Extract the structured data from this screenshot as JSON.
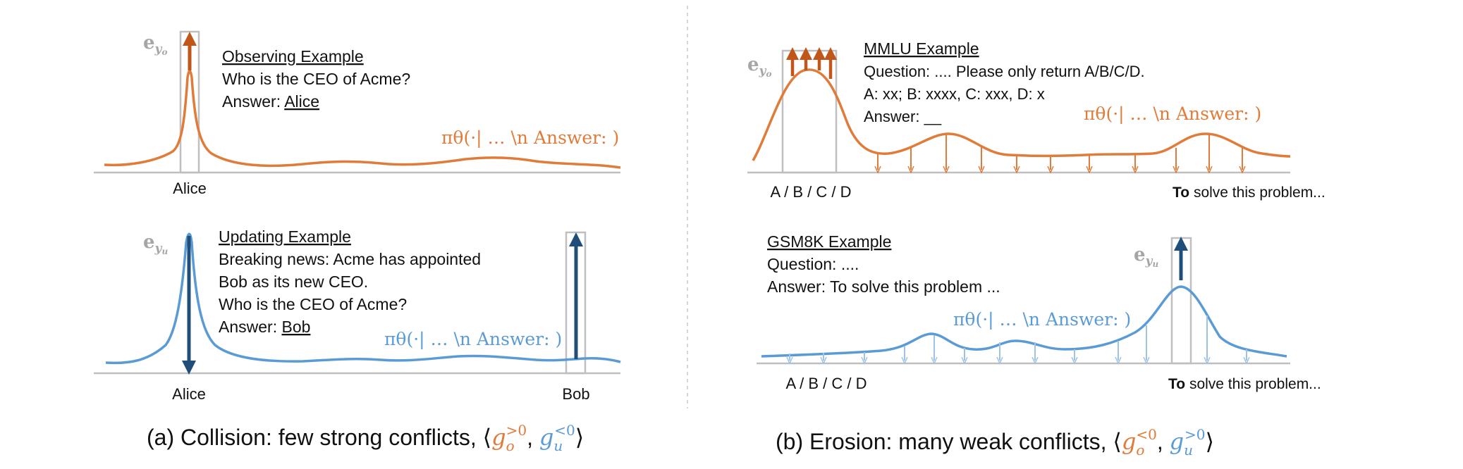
{
  "colors": {
    "orange": "#e07b39",
    "orange_dark": "#c0561a",
    "blue": "#5b9bd5",
    "blue_dark": "#1f4e79",
    "blue_light": "#b4d0ea",
    "gray": "#a6a6a6",
    "axis": "#bfbfbf",
    "divider": "#c8c8c8",
    "text": "#111111"
  },
  "panel_a": {
    "caption": {
      "prefix": "(a) Collision: few strong conflicts, ",
      "open": "⟨",
      "close": "⟩",
      "sep": ", ",
      "go_base": "g",
      "go_sub": "o",
      "go_sup": ">0",
      "gu_base": "g",
      "gu_sub": "u",
      "gu_sup": "<0"
    },
    "observing": {
      "e_label": "e",
      "e_sub": "y",
      "e_subsub": "o",
      "title": "Observing Example",
      "line1": "Who is the CEO of Acme?",
      "answer_prefix": "Answer: ",
      "answer": "Alice",
      "policy": "πθ(·| … \\n Answer: )",
      "x_label": "Alice"
    },
    "updating": {
      "e_label": "e",
      "e_sub": "y",
      "e_subsub": "u",
      "title": "Updating Example",
      "line1": "Breaking news: Acme has appointed",
      "line2": "Bob as its new CEO.",
      "line3": "Who is the CEO of Acme?",
      "answer_prefix": "Answer: ",
      "answer": "Bob",
      "policy": "πθ(·| … \\n Answer: )",
      "x_label_left": "Alice",
      "x_label_right": "Bob"
    }
  },
  "panel_b": {
    "caption": {
      "prefix": "(b) Erosion: many weak conflicts, ",
      "open": "⟨",
      "close": "⟩",
      "sep": ", ",
      "go_base": "g",
      "go_sub": "o",
      "go_sup": "<0",
      "gu_base": "g",
      "gu_sub": "u",
      "gu_sup": ">0"
    },
    "mmlu": {
      "e_label": "e",
      "e_sub": "y",
      "e_subsub": "o",
      "title": "MMLU Example",
      "line1": "Question: .... Please only return A/B/C/D.",
      "line2": "A: xx; B: xxxx, C: xxx, D: x",
      "line3": "Answer: __",
      "policy": "πθ(·| … \\n Answer: )",
      "x_label_left": "A / B / C / D",
      "x_label_right_bold": "To",
      "x_label_right_rest": " solve this problem..."
    },
    "gsm8k": {
      "e_label": "e",
      "e_sub": "y",
      "e_subsub": "u",
      "title": "GSM8K Example",
      "line1": "Question: ....",
      "line2": "Answer: To solve this problem ...",
      "policy": "πθ(·| … \\n Answer: )",
      "x_label_left": "A / B / C / D",
      "x_label_right_bold": "To",
      "x_label_right_rest": " solve this problem..."
    }
  }
}
